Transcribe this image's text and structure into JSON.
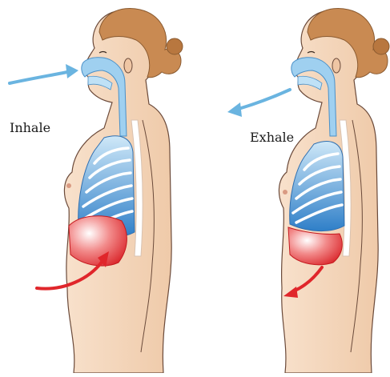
{
  "labels": {
    "inhale": "Inhale",
    "exhale": "Exhale"
  },
  "colors": {
    "skin": "#f6d9bf",
    "skin_shade": "#ecc2a0",
    "outline": "#6b4a3a",
    "hair": "#c98a52",
    "hair_dark": "#a86a38",
    "airway": "#9fd0f0",
    "airway_edge": "#4a90c8",
    "lung_blue": "#2f7fc8",
    "diaphragm_red": "#e0262b",
    "arrow_blue": "#6ab4e0",
    "arrow_red": "#e0262b",
    "spine": "#ffffff"
  },
  "panels": [
    {
      "name": "inhale",
      "arrow_air": "in",
      "diaphragm": "down"
    },
    {
      "name": "exhale",
      "arrow_air": "out",
      "diaphragm": "up"
    }
  ]
}
